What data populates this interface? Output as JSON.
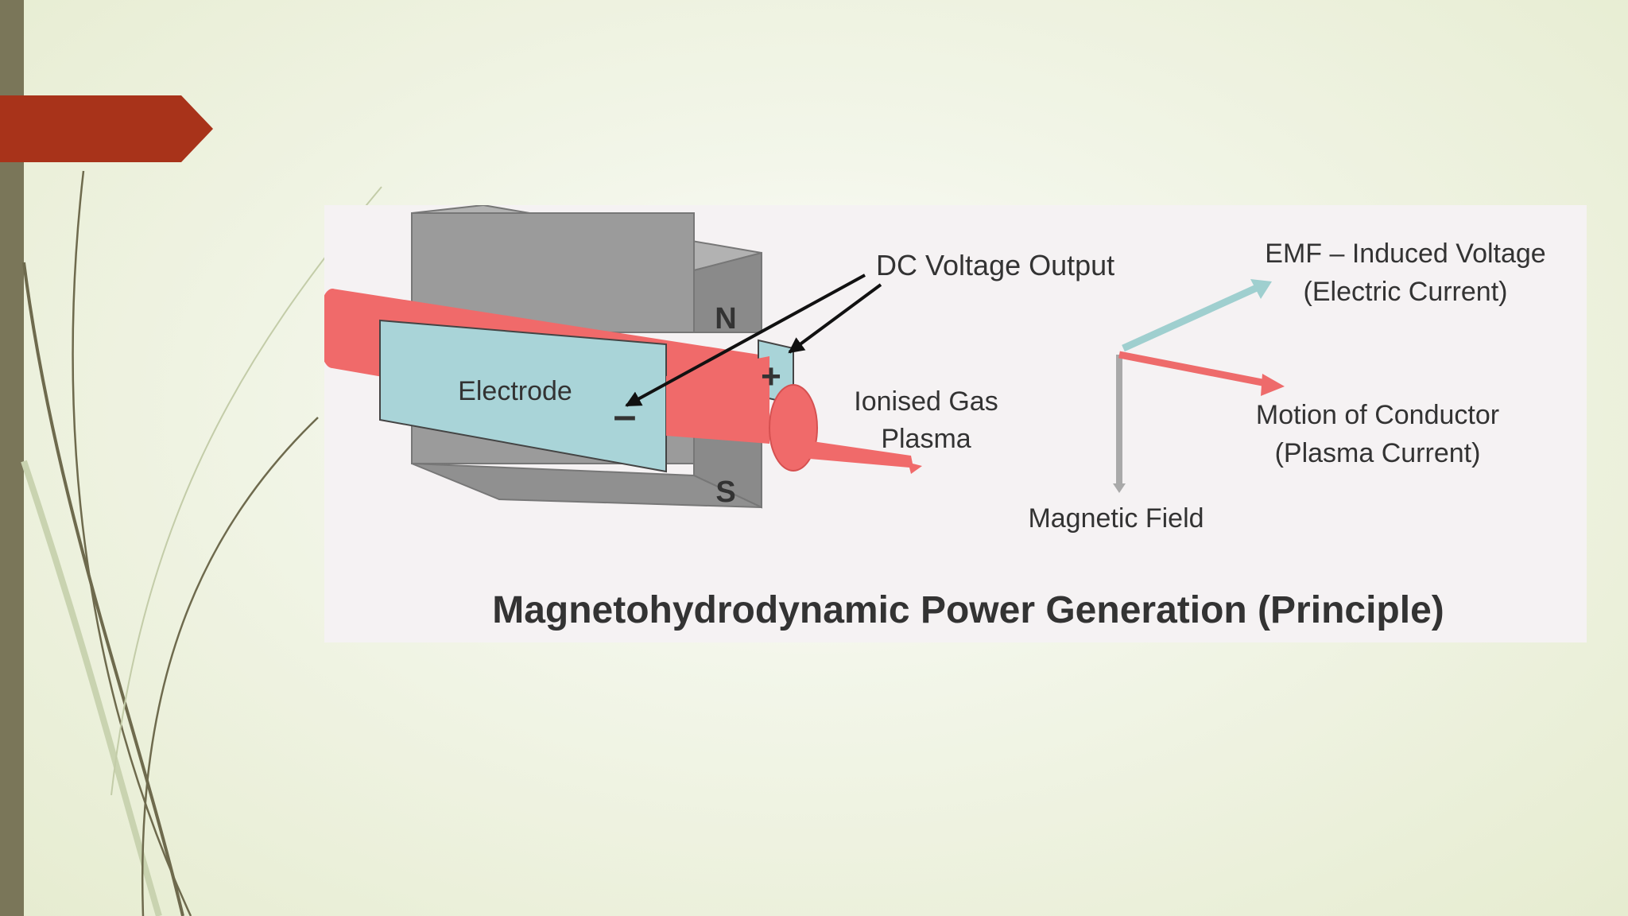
{
  "diagram": {
    "labels": {
      "dc_voltage_output": "DC Voltage Output",
      "emf_line1": "EMF – Induced Voltage",
      "emf_line2": "(Electric Current)",
      "north_pole": "N",
      "south_pole": "S",
      "plus_sign": "+",
      "minus_sign": "–",
      "electrode": "Electrode",
      "ionised_gas_line1": "Ionised Gas",
      "ionised_gas_line2": "Plasma",
      "motion_line1": "Motion of Conductor",
      "motion_line2": "(Plasma Current)",
      "magnetic_field": "Magnetic Field",
      "caption": "Magnetohydrodynamic Power Generation (Principle)"
    },
    "colors": {
      "magnet": "#9b9b9b",
      "electrode": "#a9d4d8",
      "plasma": "#f06a6a",
      "emf_vector": "#9fcfcf",
      "motion_vector": "#ee6b6b",
      "field_vector": "#a9a9a9",
      "slide_accent": "#a8331a",
      "slide_bar": "#7a7659"
    }
  }
}
